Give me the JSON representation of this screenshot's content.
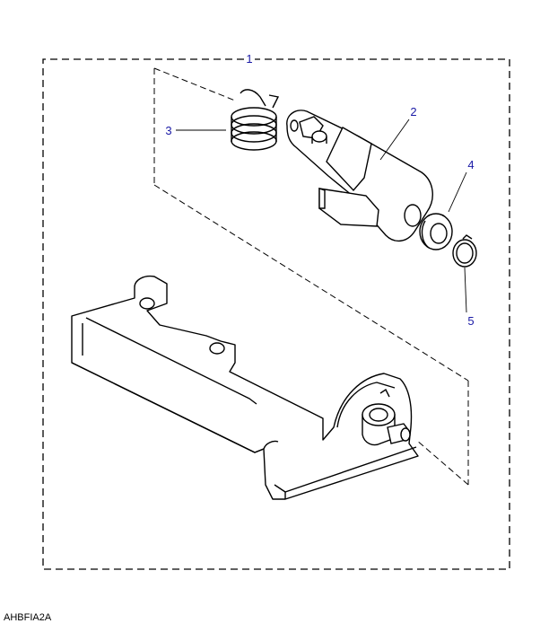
{
  "diagram": {
    "callouts": [
      {
        "id": "1",
        "label": "1"
      },
      {
        "id": "2",
        "label": "2"
      },
      {
        "id": "3",
        "label": "3"
      },
      {
        "id": "4",
        "label": "4"
      },
      {
        "id": "5",
        "label": "5"
      }
    ],
    "reference_code": "AHBFIA2A",
    "colors": {
      "line": "#000000",
      "callout_text": "#1a1aa6",
      "background": "#ffffff"
    }
  }
}
